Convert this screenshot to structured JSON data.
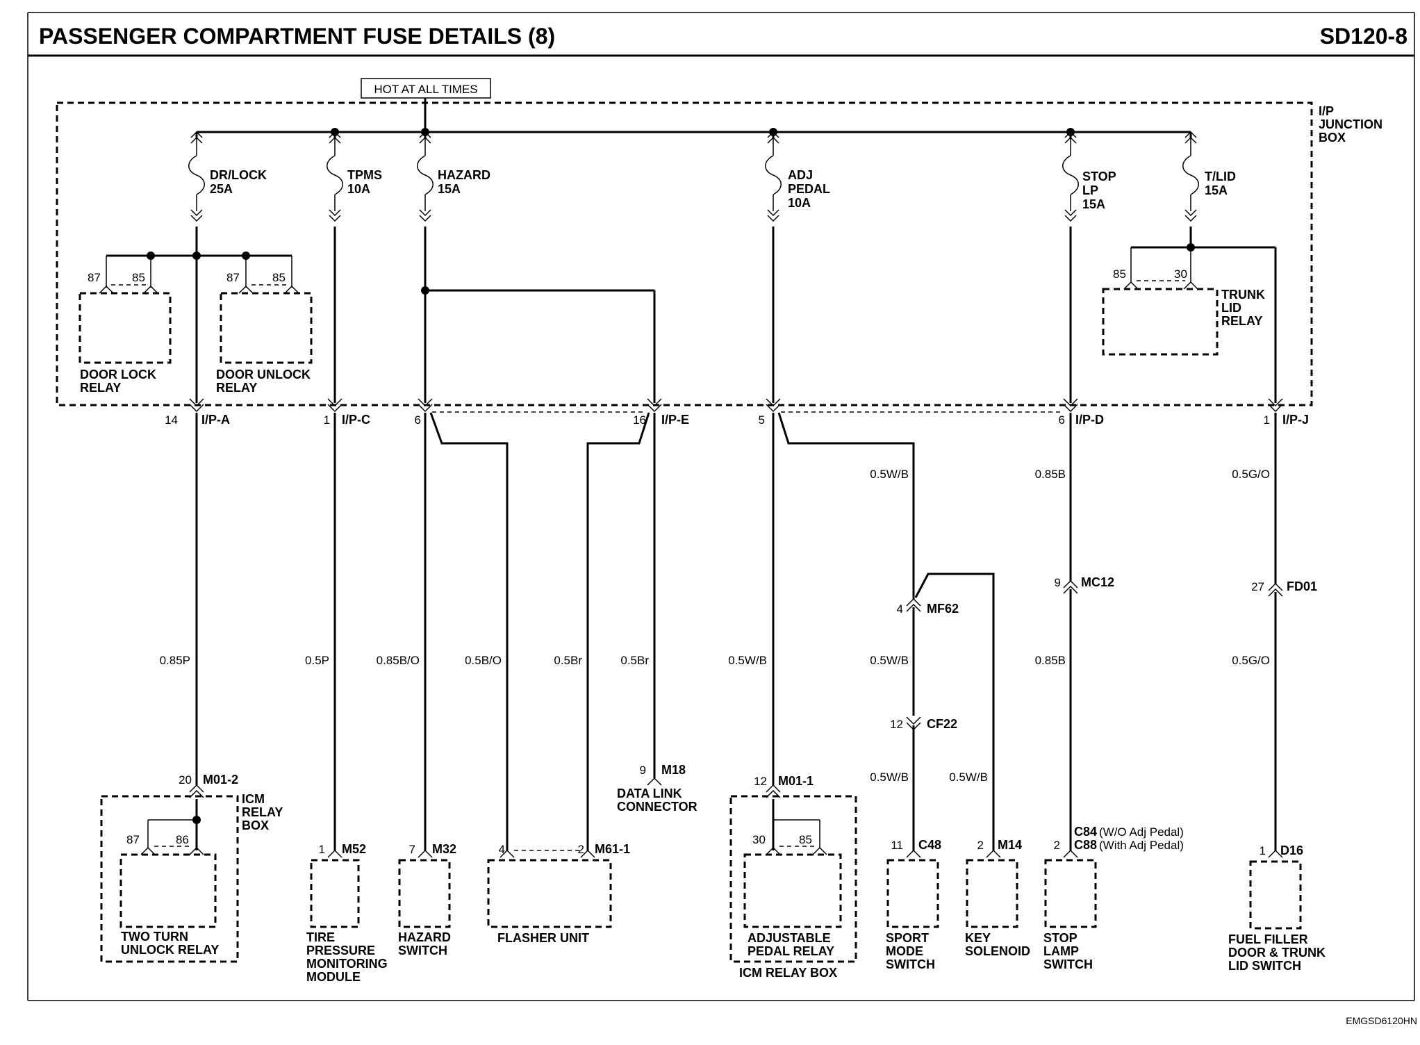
{
  "header": {
    "title": "PASSENGER COMPARTMENT FUSE DETAILS (8)",
    "code": "SD120-8"
  },
  "power_label": "HOT AT ALL TIMES",
  "junction_box": {
    "line1": "I/P",
    "line2": "JUNCTION",
    "line3": "BOX"
  },
  "fuses": [
    {
      "id": "drlock",
      "name": "DR/LOCK",
      "rating": "25A"
    },
    {
      "id": "tpms",
      "name": "TPMS",
      "rating": "10A"
    },
    {
      "id": "hazard",
      "name": "HAZARD",
      "rating": "15A"
    },
    {
      "id": "adj",
      "name1": "ADJ",
      "name2": "PEDAL",
      "rating": "10A"
    },
    {
      "id": "stop",
      "name1": "STOP",
      "name2": "LP",
      "rating": "15A"
    },
    {
      "id": "tlid",
      "name": "T/LID",
      "rating": "15A"
    }
  ],
  "relays": {
    "door_lock": {
      "line1": "DOOR LOCK",
      "line2": "RELAY",
      "pin_a": "87",
      "pin_b": "85"
    },
    "door_unlock": {
      "line1": "DOOR UNLOCK",
      "line2": "RELAY",
      "pin_a": "87",
      "pin_b": "85"
    },
    "trunk_lid": {
      "line1": "TRUNK",
      "line2": "LID",
      "line3": "RELAY",
      "pin_a": "85",
      "pin_b": "30"
    }
  },
  "jb_connectors": [
    {
      "pin": "14",
      "name": "I/P-A"
    },
    {
      "pin": "1",
      "name": "I/P-C"
    },
    {
      "pin": "6",
      "name": ""
    },
    {
      "pin": "16",
      "name": "I/P-E"
    },
    {
      "pin": "5",
      "name": ""
    },
    {
      "pin": "6",
      "name": "I/P-D"
    },
    {
      "pin": "1",
      "name": "I/P-J"
    }
  ],
  "wires": {
    "w1": "0.85P",
    "w2": "0.5P",
    "w3": "0.85B/O",
    "w4": "0.5B/O",
    "w5": "0.5Br",
    "w6": "0.5Br",
    "w7": "0.5W/B",
    "w8_top": "0.5W/B",
    "w8_mid": "0.5W/B",
    "w8_low": "0.5W/B",
    "w9": "0.5W/B",
    "w10_top": "0.85B",
    "w10_low": "0.85B",
    "w11_top": "0.5G/O",
    "w11_low": "0.5G/O"
  },
  "inline_connectors": {
    "mf62": {
      "pin": "4",
      "name": "MF62"
    },
    "cf22": {
      "pin": "12",
      "name": "CF22"
    },
    "mc12": {
      "pin": "9",
      "name": "MC12"
    },
    "fd01": {
      "pin": "27",
      "name": "FD01"
    }
  },
  "components": {
    "icm_relay_box_left": {
      "conn_pin": "20",
      "conn_name": "M01-2",
      "box_line1": "ICM",
      "box_line2": "RELAY",
      "box_line3": "BOX",
      "pin_a": "87",
      "pin_b": "86",
      "line1": "TWO TURN",
      "line2": "UNLOCK RELAY"
    },
    "tpms_module": {
      "pin": "1",
      "conn": "M52",
      "line1": "TIRE",
      "line2": "PRESSURE",
      "line3": "MONITORING",
      "line4": "MODULE"
    },
    "hazard_switch": {
      "pin": "7",
      "conn": "M32",
      "line1": "HAZARD",
      "line2": "SWITCH"
    },
    "flasher_unit": {
      "pin_a": "4",
      "pin_b": "2",
      "conn": "M61-1",
      "line1": "FLASHER UNIT"
    },
    "data_link": {
      "pin": "9",
      "conn": "M18",
      "line1": "DATA LINK",
      "line2": "CONNECTOR"
    },
    "adj_pedal_relay": {
      "conn_pin": "12",
      "conn_name": "M01-1",
      "pin_a": "30",
      "pin_b": "85",
      "line1": "ADJUSTABLE",
      "line2": "PEDAL RELAY",
      "box_label": "ICM RELAY BOX"
    },
    "sport_mode": {
      "pin": "11",
      "conn": "C48",
      "line1": "SPORT",
      "line2": "MODE",
      "line3": "SWITCH"
    },
    "key_solenoid": {
      "pin": "2",
      "conn": "M14",
      "line1": "KEY",
      "line2": "SOLENOID"
    },
    "stop_lamp": {
      "pin": "2",
      "conn1": "C84",
      "conn1_note": "(W/O Adj Pedal)",
      "conn2": "C88",
      "conn2_note": "(With Adj Pedal)",
      "line1": "STOP",
      "line2": "LAMP",
      "line3": "SWITCH"
    },
    "fuel_filler": {
      "pin": "1",
      "conn": "D16",
      "line1": "FUEL FILLER",
      "line2": "DOOR & TRUNK",
      "line3": "LID SWITCH"
    }
  },
  "footer_code": "EMGSD6120HN"
}
